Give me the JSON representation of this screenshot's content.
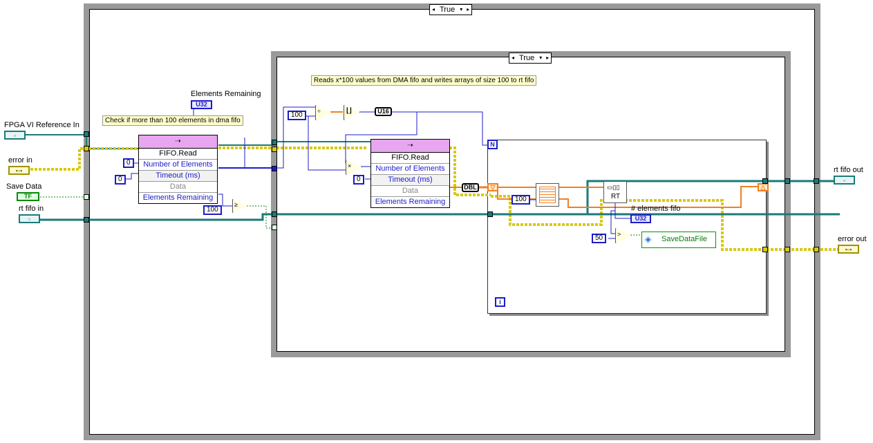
{
  "outer_case": {
    "selector": "True"
  },
  "inner_case": {
    "selector": "True"
  },
  "controls": {
    "fpga_ref": "FPGA VI Reference In",
    "error_in": "error in",
    "save_data": "Save Data",
    "save_data_terminal": "TF",
    "rt_fifo_in": "rt fifo in"
  },
  "indicators": {
    "rt_fifo_out": "rt fifo out",
    "error_out": "error out",
    "elements_remaining": "Elements Remaining",
    "elements_fifo": "# elements fifo",
    "u32_a": "U32",
    "u32_b": "U32"
  },
  "comments": {
    "check": "Check if more than 100 elements in dma fifo",
    "reads": "Reads x*100 values from DMA fifo and writes arrays of size 100 to rt fifo"
  },
  "fifo_read_1": {
    "title": "FIFO.Read",
    "rows": [
      "Number of Elements",
      "Timeout (ms)",
      "Data",
      "Elements Remaining"
    ]
  },
  "fifo_read_2": {
    "title": "FIFO.Read",
    "rows": [
      "Number of Elements",
      "Timeout (ms)",
      "Data",
      "Elements Remaining"
    ]
  },
  "constants": {
    "zero_a": "0",
    "zero_b": "0",
    "hundred_a": "100",
    "hundred_b": "100",
    "zero_c": "0",
    "hundred_c": "100",
    "fifty": "50"
  },
  "conversions": {
    "u16": "U16",
    "dbl": "DBL"
  },
  "loop": {
    "count": "N",
    "index": "i"
  },
  "rt_node": "RT",
  "subvi": {
    "name": "SaveDataFile"
  },
  "colors": {
    "orange_wire": "#f08020",
    "blue_wire": "#1c1cc8",
    "teal_wire": "#1a7a7a",
    "error_wire": "#d8c810",
    "bool_wire": "#0a8a0a"
  }
}
